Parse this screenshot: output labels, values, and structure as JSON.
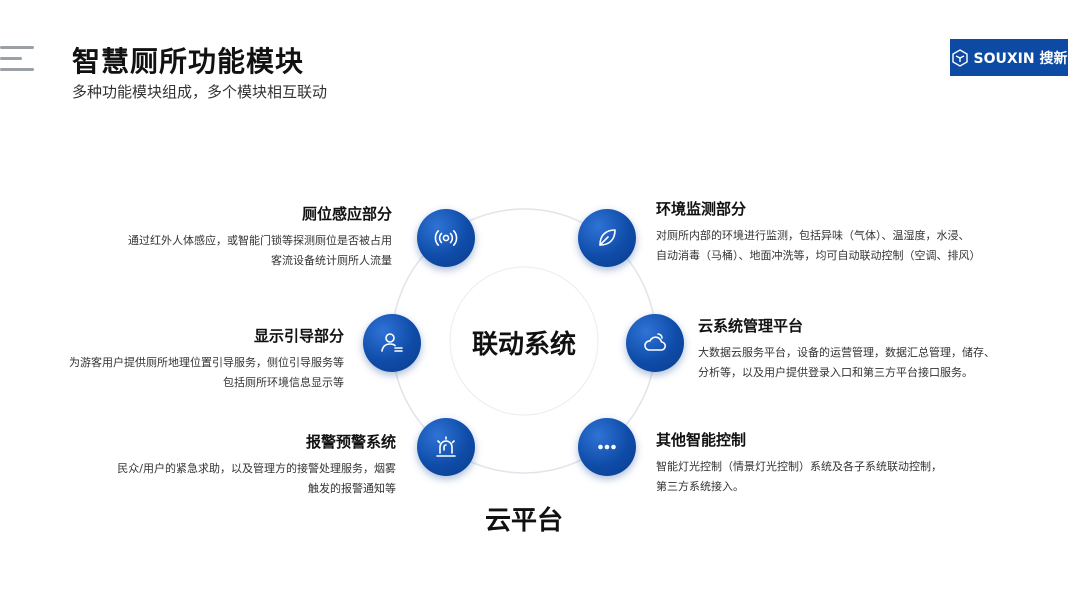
{
  "header": {
    "title": "智慧厕所功能模块",
    "subtitle": "多种功能模块组成，多个模块相互联动",
    "brand": "SOUXIN 搜新"
  },
  "diagram": {
    "center_label": "联动系统",
    "cloud_label": "云平台",
    "accent_color": "#0f4ca8",
    "modules": [
      {
        "title": "厕位感应部分",
        "icon": "signal-icon",
        "desc": [
          "通过红外人体感应，或智能门锁等探测厕位是否被占用",
          "客流设备统计厕所人流量"
        ]
      },
      {
        "title": "环境监测部分",
        "icon": "leaf-icon",
        "desc": [
          "对厕所内部的环境进行监测，包括异味（气体）、温湿度，水浸、",
          "自动消毒（马桶）、地面冲洗等，均可自动联动控制（空调、排风）"
        ]
      },
      {
        "title": "显示引导部分",
        "icon": "user-list-icon",
        "desc": [
          "为游客用户提供厕所地理位置引导服务，侧位引导服务等",
          "包括厕所环境信息显示等"
        ]
      },
      {
        "title": "云系统管理平台",
        "icon": "cloud-icon",
        "desc": [
          "大数据云服务平台，设备的运营管理，数据汇总管理，储存、",
          "分析等，以及用户提供登录入口和第三方平台接口服务。"
        ]
      },
      {
        "title": "报警预警系统",
        "icon": "alarm-icon",
        "desc": [
          "民众/用户的紧急求助，以及管理方的接警处理服务，烟雾",
          "触发的报警通知等"
        ]
      },
      {
        "title": "其他智能控制",
        "icon": "more-icon",
        "desc": [
          "智能灯光控制（情景灯光控制）系统及各子系统联动控制，",
          "第三方系统接入。"
        ]
      }
    ]
  }
}
